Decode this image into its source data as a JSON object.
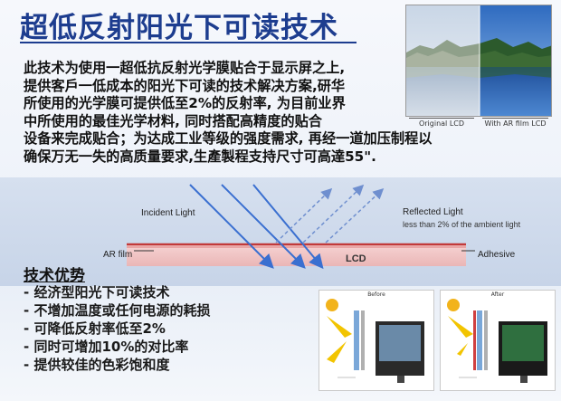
{
  "title": "超低反射阳光下可读技术",
  "intro_lines": [
    "此技术为使用一超低抗反射光学膜贴合于显示屏之上,",
    "提供客戶一低成本的阳光下可读的技术解决方案,研华",
    "所使用的光学膜可提供低至2%的反射率, 为目前业界",
    "中所使用的最佳光学材料, 同时搭配高精度的贴合",
    "设备来完成贴合；为达成工业等级的强度需求, 再经一道加压制程以",
    "确保万无一失的高质量要求,生產製程支持尺寸可高達55\"."
  ],
  "photo": {
    "left_caption": "Original LCD",
    "right_caption": "With AR film LCD"
  },
  "diagram": {
    "incident_label": "Incident Light",
    "reflected_label": "Reflected Light",
    "reflected_sub": "less than 2% of the ambient light",
    "ar_film_label": "AR film",
    "lcd_label": "LCD",
    "adhesive_label": "Adhesive"
  },
  "advantages": {
    "heading": "技术优势",
    "items": [
      "- 经济型阳光下可读技术",
      "- 不增加温度或任何电源的耗损",
      "- 可降低反射率低至2%",
      "- 同时可增加10%的对比率",
      "- 提供较佳的色彩饱和度"
    ]
  },
  "mini_diagrams": {
    "before_label": "Before",
    "after_label": "After"
  },
  "colors": {
    "title": "#1d3d8f",
    "arrow_blue": "#3a6fd0",
    "lcd_pink": "#f2c6c6",
    "film_red": "#c23a3a"
  }
}
